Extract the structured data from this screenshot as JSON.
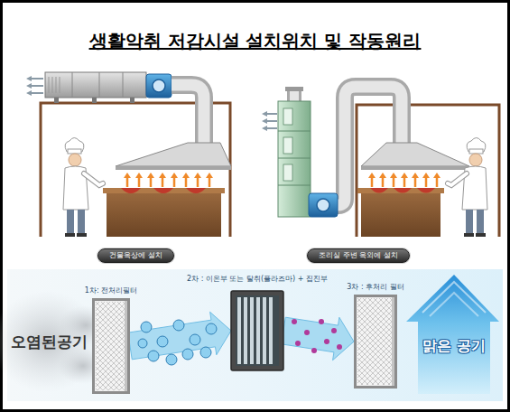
{
  "diagram": {
    "title": "생활악취 저감시설 설치위치 및 작동원리",
    "nodes": [
      {
        "text": [
          "건물옥상에 설치"
        ]
      },
      {
        "text": [
          "조리실 주변 옥외에 설치"
        ]
      },
      {
        "text": [
          "1차: 전처리필터"
        ]
      },
      {
        "text": [
          "2차 : 이온부 또는 탈취(플라즈마) + 집진부"
        ]
      },
      {
        "text": [
          "3차 : 후처리 필터"
        ]
      }
    ],
    "edges": [
      {
        "from": 2,
        "to": 3,
        "arrow": "to"
      },
      {
        "from": 3,
        "to": 4,
        "arrow": "to"
      }
    ],
    "labels": [
      "오염된공기",
      "맑은 공기"
    ]
  }
}
